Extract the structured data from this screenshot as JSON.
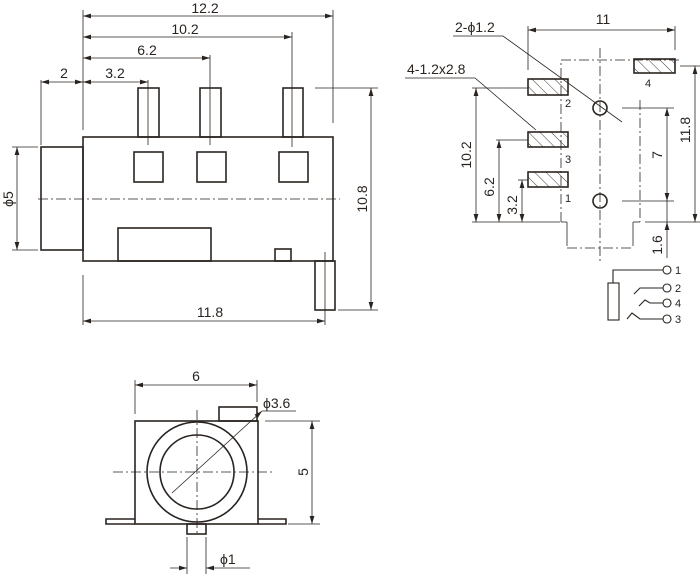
{
  "side_view": {
    "dim_overall_length": "12.2",
    "dim_pin3": "10.2",
    "dim_pin2": "6.2",
    "dim_pin1": "3.2",
    "dim_nose": "2",
    "dim_height": "10.8",
    "dim_diameter": "ϕ5",
    "dim_body_length": "11.8"
  },
  "footprint": {
    "dim_width": "11",
    "hole_note": "2-ϕ1.2",
    "pad_note": "4-1.2x2.8",
    "dim_10_2": "10.2",
    "dim_6_2": "6.2",
    "dim_3_2": "3.2",
    "dim_7": "7",
    "dim_11_8": "11.8",
    "dim_1_6": "1.6",
    "pad_labels": [
      "1",
      "2",
      "3",
      "4"
    ]
  },
  "schematic": {
    "pins": [
      "1",
      "2",
      "4",
      "3"
    ]
  },
  "front_view": {
    "dim_width": "6",
    "dim_bore": "ϕ3.6",
    "dim_height": "5",
    "dim_pin": "ϕ1"
  }
}
